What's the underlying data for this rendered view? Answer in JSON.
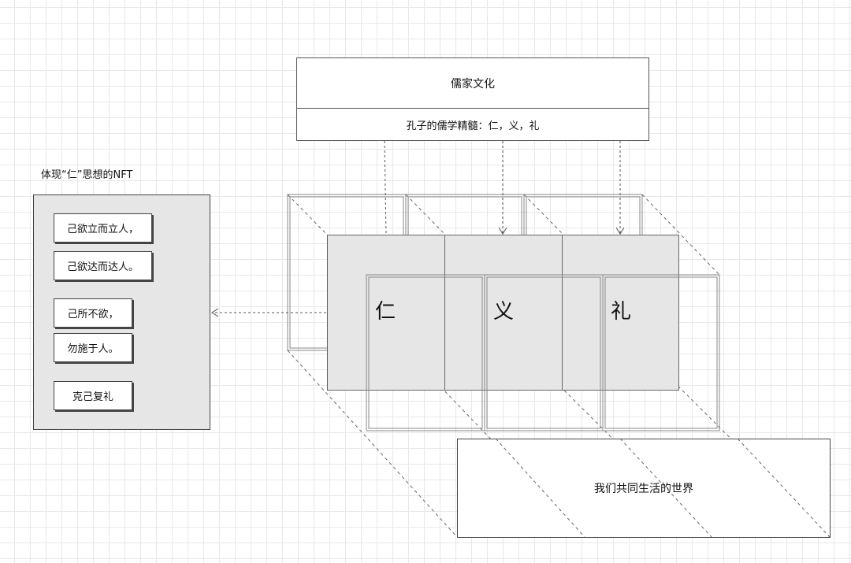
{
  "header": {
    "title": "儒家文化",
    "subtitle": "孔子的儒学精髓：仁，义，礼"
  },
  "left_panel": {
    "title": "体现“仁”思想的NFT",
    "notes": [
      "己欲立而立人，",
      "己欲达而达人。",
      "己所不欲，",
      "勿施于人。",
      "克己复礼"
    ]
  },
  "cubes": [
    {
      "label": "仁"
    },
    {
      "label": "义"
    },
    {
      "label": "礼"
    }
  ],
  "world": {
    "label": "我们共同生活的世界"
  }
}
